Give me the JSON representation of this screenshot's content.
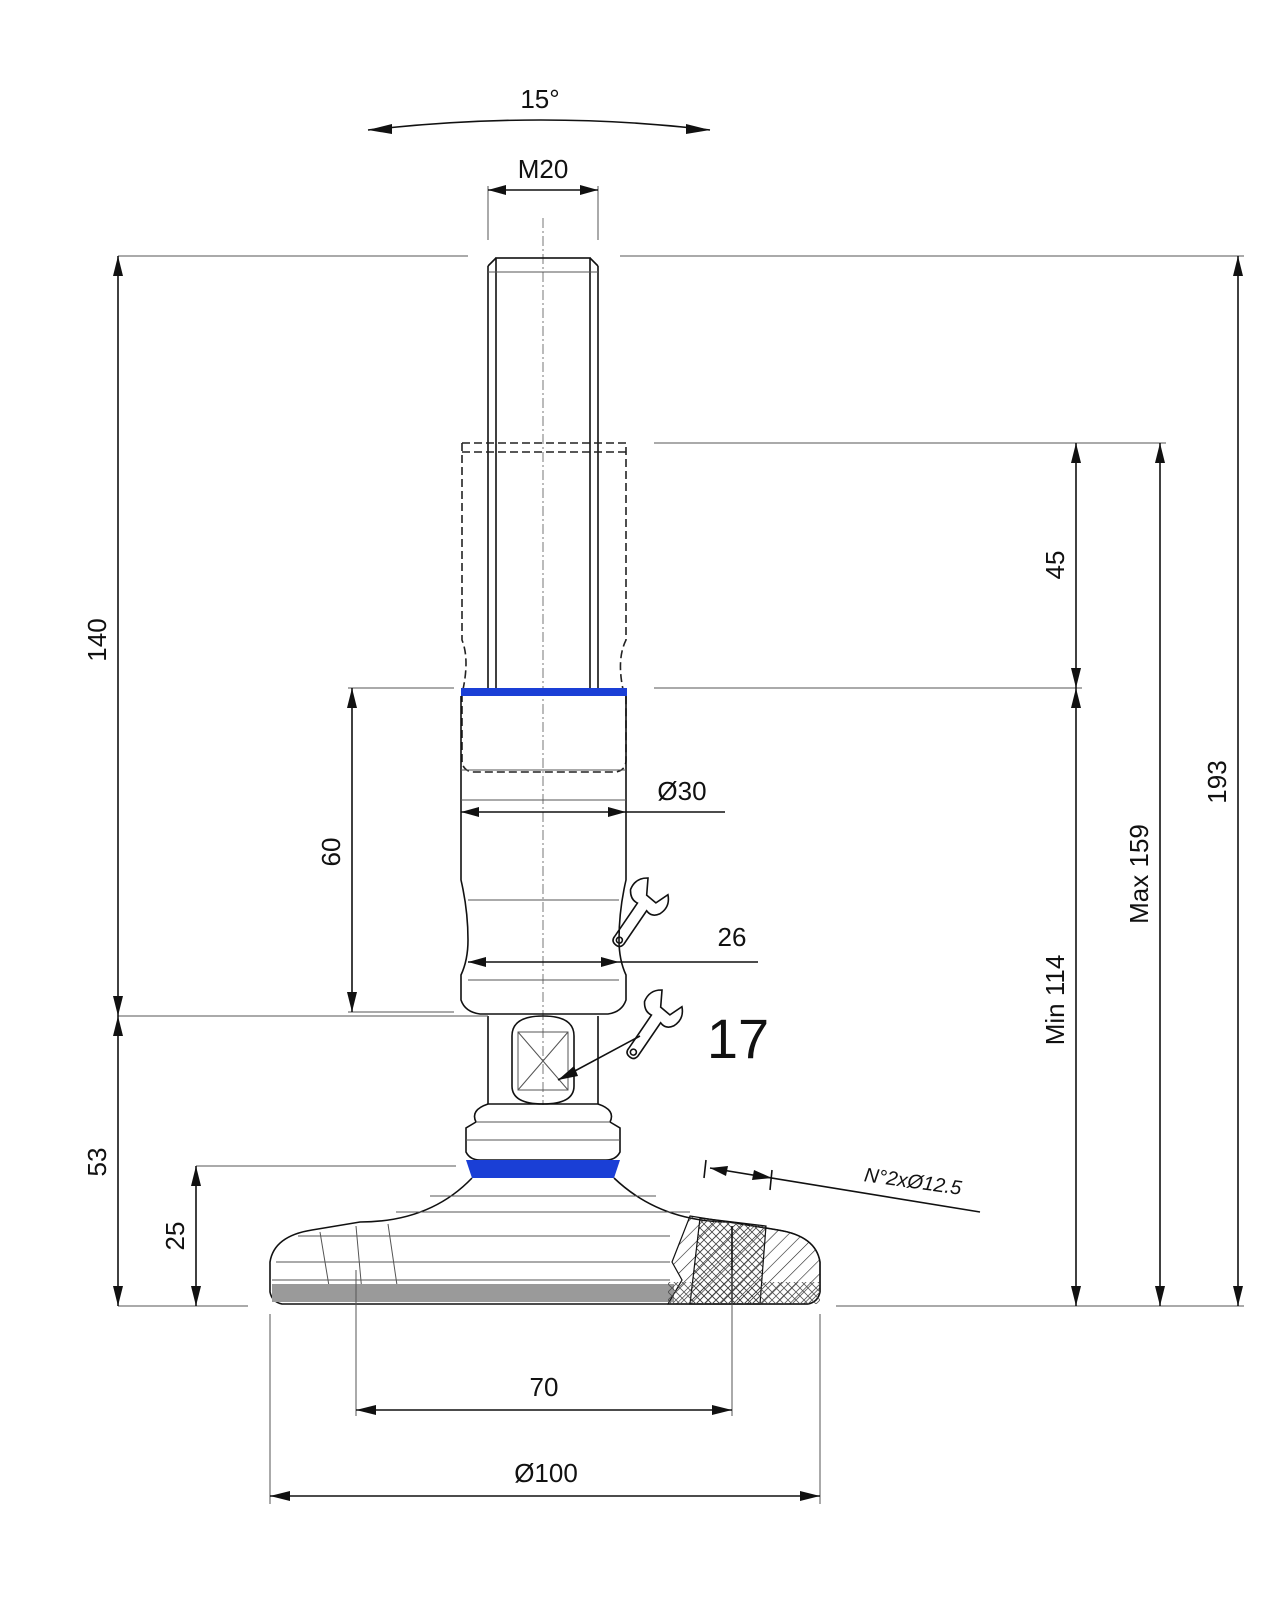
{
  "dimensions": {
    "tilt_angle": "15°",
    "thread": "M20",
    "total_height_140": "140",
    "stroke_45": "45",
    "height_60": "60",
    "diameter_30": "Ø30",
    "wrench_26": "26",
    "wrench_17": "17",
    "min_114": "Min 114",
    "max_159": "Max 159",
    "total_193": "193",
    "base_53": "53",
    "base_25": "25",
    "holes": "N°2xØ12.5",
    "hole_spacing_70": "70",
    "base_diameter_100": "Ø100"
  },
  "colors": {
    "ring_blue": "#1a3fd6",
    "rubber_pad": "#9a9a9a",
    "hatch": "#222222"
  },
  "icons": {
    "wrench_upper": "wrench-icon",
    "wrench_lower": "wrench-icon"
  }
}
